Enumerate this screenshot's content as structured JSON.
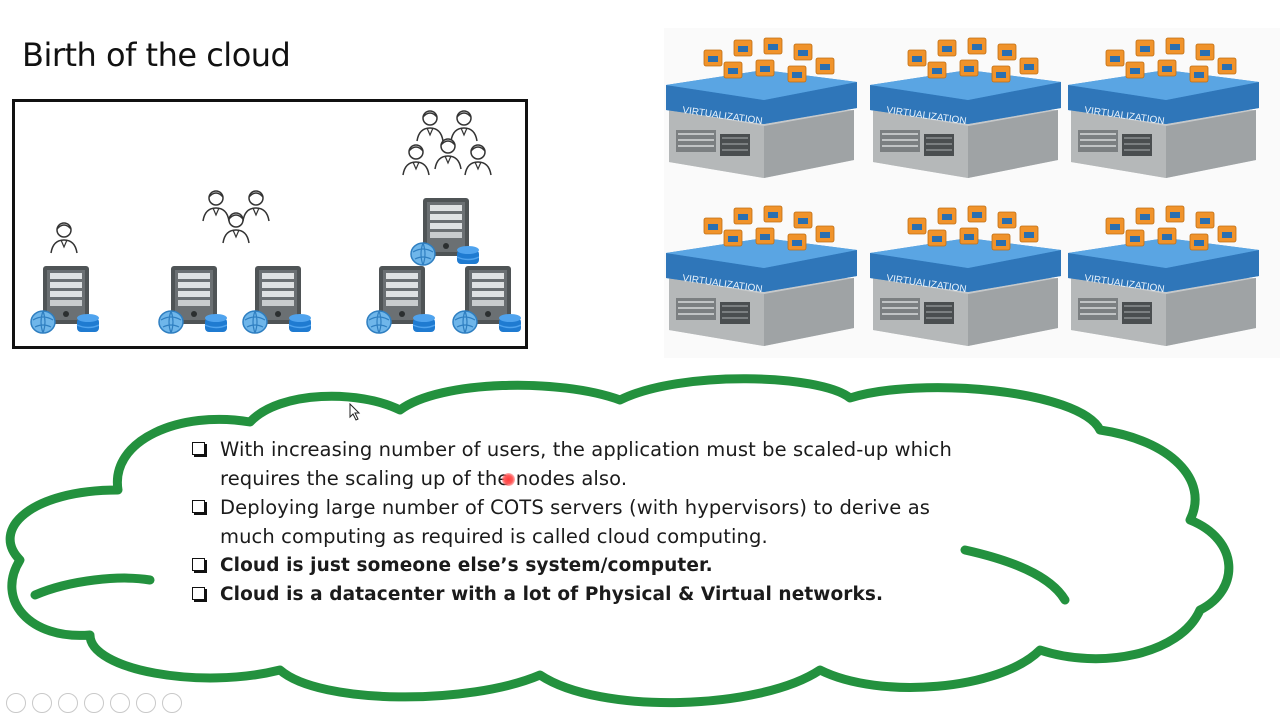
{
  "slide": {
    "title": "Birth of the cloud"
  },
  "virtualization_grid": {
    "label": "VIRTUALIZATION",
    "count": 6
  },
  "bullets": [
    {
      "text": "With increasing number of users, the application must be scaled-up which requires the scaling up of the nodes also.",
      "bold": false
    },
    {
      "text": "Deploying large number of COTS servers (with hypervisors) to derive as much computing as required is called cloud computing.",
      "bold": false
    },
    {
      "text": "Cloud is just someone else’s system/computer.",
      "bold": true
    },
    {
      "text": "Cloud is a datacenter with a lot of Physical & Virtual networks.",
      "bold": true
    }
  ],
  "colors": {
    "cloud_outline": "#23913e",
    "vm_blue": "#3f8fd2",
    "vm_orange": "#f0932b",
    "server_gray": "#5d6163"
  },
  "icons": {
    "toolbar": [
      "previous-icon",
      "next-icon",
      "pen-icon",
      "slides-icon",
      "zoom-icon",
      "subtitles-icon",
      "more-icon"
    ]
  }
}
